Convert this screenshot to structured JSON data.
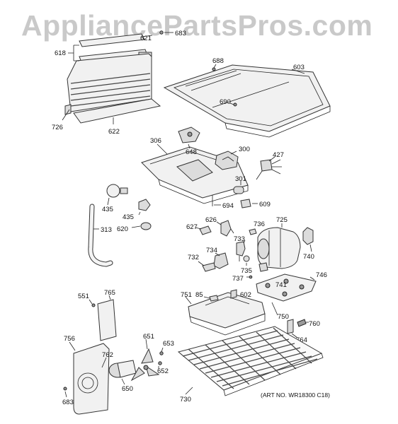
{
  "watermark": "AppliancePartsPros.com",
  "art_number": "(ART NO. WR18300 C18)",
  "labels": {
    "l618": "618",
    "l621": "621",
    "l683a": "683",
    "l726": "726",
    "l622": "622",
    "l688": "688",
    "l603": "603",
    "l690": "690",
    "l306": "306",
    "l648": "648",
    "l300": "300",
    "l427": "427",
    "l301": "301",
    "l694": "694",
    "l609": "609",
    "l435a": "435",
    "l435b": "435",
    "l313": "313",
    "l620": "620",
    "l626": "626",
    "l627": "627",
    "l736": "736",
    "l725": "725",
    "l733": "733",
    "l740": "740",
    "l734": "734",
    "l732": "732",
    "l735": "735",
    "l737": "737",
    "l746": "746",
    "l741": "741",
    "l602": "602",
    "l751": "751",
    "l85": "85",
    "l750": "750",
    "l760": "760",
    "l764": "764",
    "l551": "551",
    "l765": "765",
    "l756": "756",
    "l762": "762",
    "l651": "651",
    "l653": "653",
    "l652": "652",
    "l650": "650",
    "l683b": "683",
    "l730": "730"
  }
}
